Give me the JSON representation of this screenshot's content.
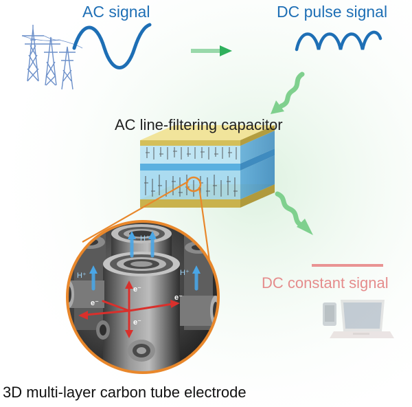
{
  "labels": {
    "ac_signal": "AC signal",
    "dc_pulse_signal": "DC pulse signal",
    "capacitor": "AC line-filtering capacitor",
    "dc_constant_signal": "DC constant signal",
    "electrode": "3D multi-layer carbon tube electrode"
  },
  "carriers": {
    "proton": "H⁺",
    "electron": "e⁻"
  },
  "colors": {
    "signal_blue": "#1e6fb5",
    "arrow_green": "#3cb371",
    "wavy_arrow_green": "#7ccf8a",
    "constant_signal_pink": "#e99393",
    "zoom_orange": "#e8872b",
    "electron_red": "#d9302c",
    "proton_blue": "#2f8fd6",
    "capacitor_gold": "#e2cf6a",
    "electrolyte_blue": "#8fd0f2",
    "background_green": "#e9f6ea"
  },
  "icons": {
    "transmission_towers": "transmission-tower-icon",
    "devices": "laptop-phone-icon"
  }
}
